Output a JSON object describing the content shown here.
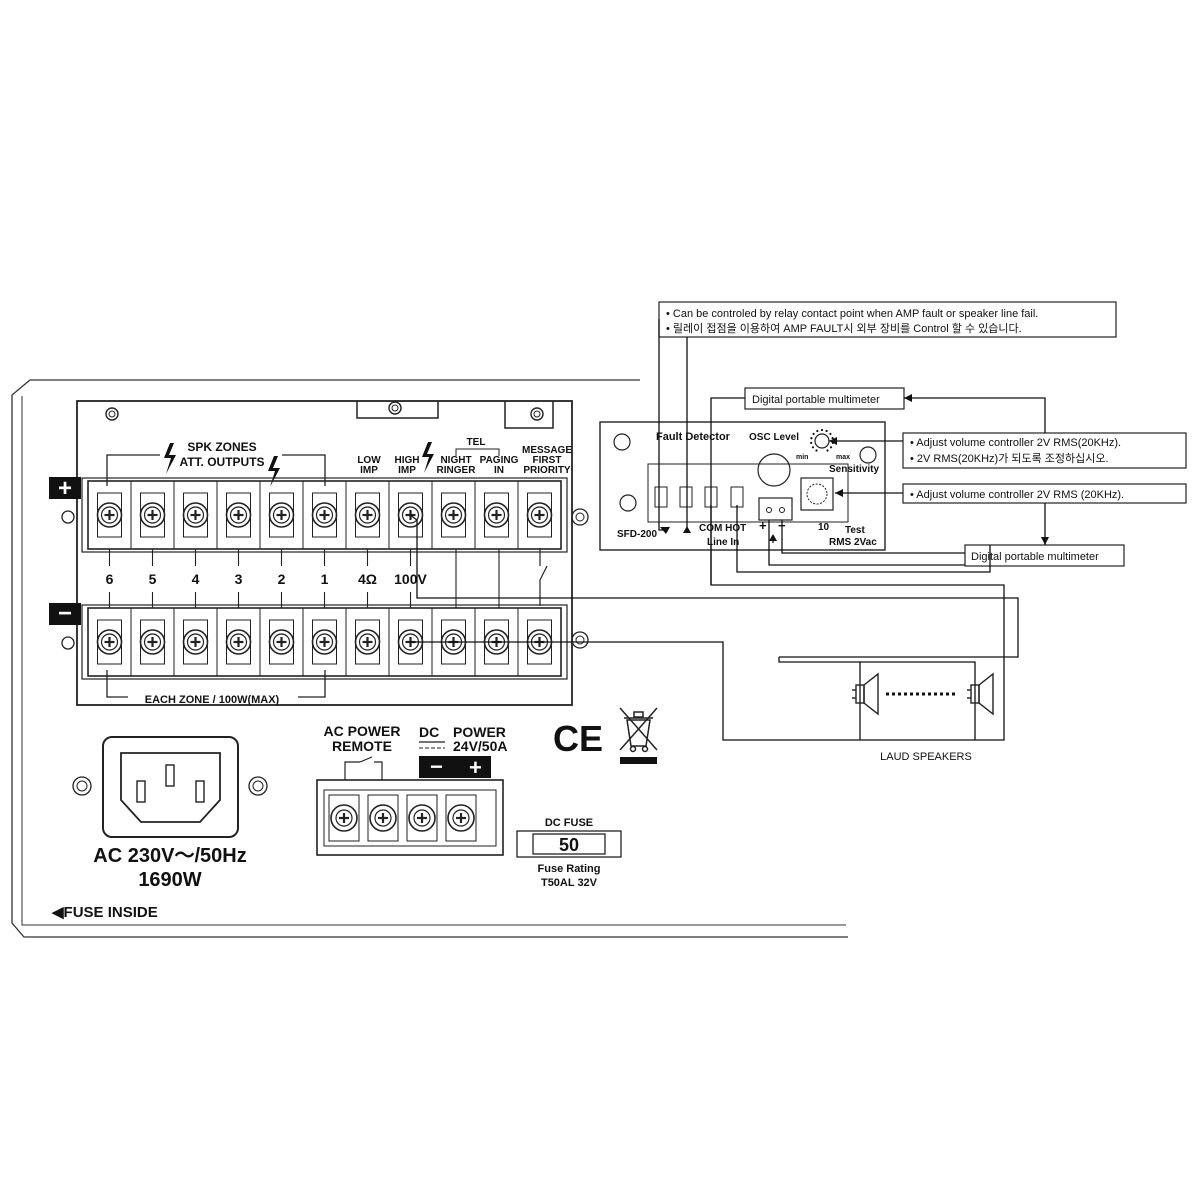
{
  "zone_header": {
    "line1": "SPK ZONES",
    "line2": "ATT. OUTPUTS"
  },
  "terminal_headers": {
    "low_imp": [
      "LOW",
      "IMP"
    ],
    "high_imp": [
      "HIGH",
      "IMP"
    ],
    "tel": "TEL",
    "night_ringer": [
      "NIGHT",
      "RINGER"
    ],
    "paging_in": [
      "PAGING",
      "IN"
    ],
    "message_priority": [
      "MESSAGE",
      "FIRST",
      "PRIORITY"
    ]
  },
  "terminal_labels": [
    "6",
    "5",
    "4",
    "3",
    "2",
    "1",
    "4Ω",
    "100V"
  ],
  "each_zone": "EACH ZONE / 100W(MAX)",
  "polarity": {
    "plus": "+",
    "minus": "−"
  },
  "ac_input": {
    "voltage": "AC 230V～/50Hz",
    "power": "1690W"
  },
  "fuse_inside": "◀FUSE INSIDE",
  "ac_power_remote": [
    "AC POWER",
    "REMOTE"
  ],
  "dc_power": {
    "dc": "DC",
    "power": "POWER",
    "rating": "24V/50A"
  },
  "dc_fuse": {
    "title": "DC FUSE",
    "value": "50",
    "rating_label": "Fuse Rating",
    "rating": "T50AL 32V"
  },
  "ce_mark": "CE",
  "fault_detector": {
    "title": "Fault Detector",
    "osc_level": "OSC Level",
    "min": "min",
    "max": "max",
    "sensitivity": "Sensitivity",
    "model": "SFD-200",
    "com_hot": "COM HOT",
    "line_in": "Line In",
    "plus": "+",
    "minus": "−",
    "ten": "10",
    "test": "Test",
    "rms": "RMS 2Vac"
  },
  "relay_note": [
    "• Can be controled by relay contact point when AMP fault or speaker line fail.",
    "• 릴레이 접점을 이용하여 AMP FAULT시 외부 장비를 Control 할 수 있습니다."
  ],
  "osc_note": [
    "• Adjust volume controller 2V RMS(20KHz).",
    "• 2V RMS(20KHz)가 되도록 조정하십시오."
  ],
  "sens_note": "• Adjust volume controller 2V RMS (20KHz).",
  "multimeter_top": "Digital portable multimeter",
  "multimeter_bottom": "Digital portable multimeter",
  "speakers": "LAUD SPEAKERS"
}
